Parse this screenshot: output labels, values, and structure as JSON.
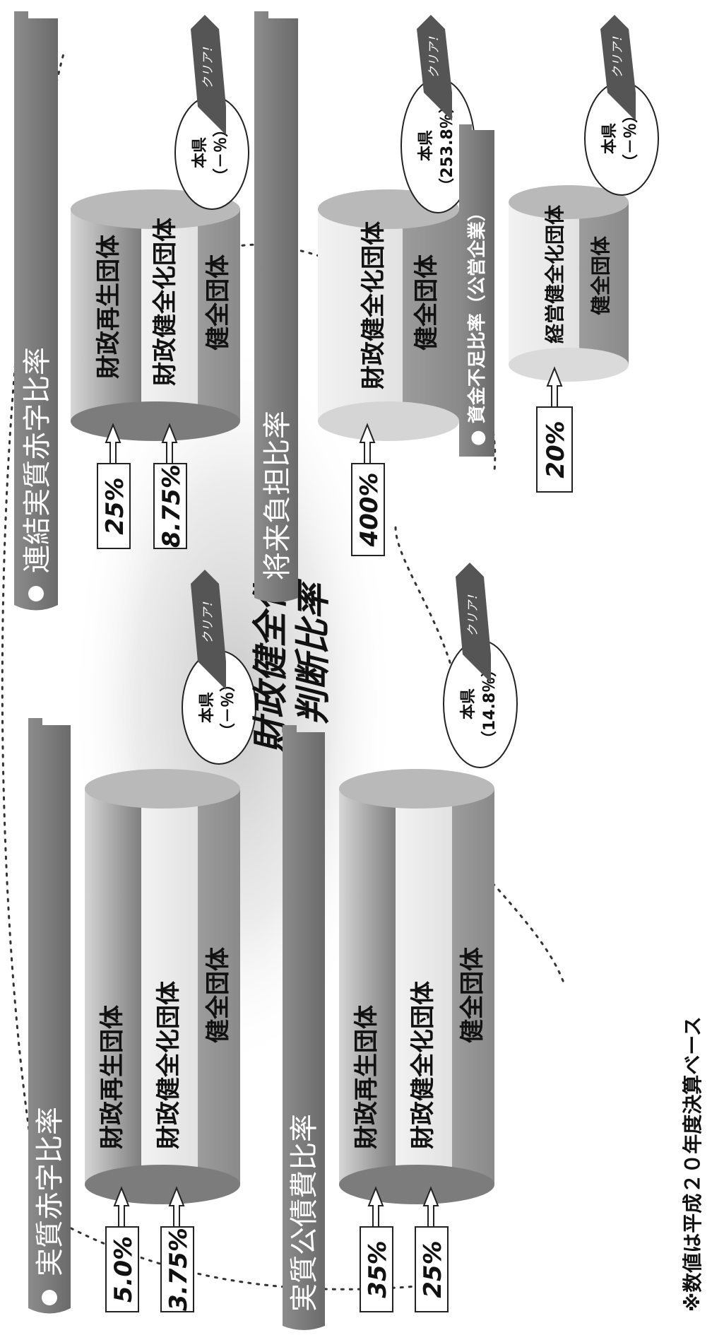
{
  "title": [
    "財政健全化",
    "判断比率"
  ],
  "note": "※数値は平成２０年度決算ベース",
  "clear_label": "クリア！",
  "tiers": {
    "saisei": "財政再生団体",
    "kenzenka": "財政健全化団体",
    "kenzen": "健全団体",
    "keiei": "経営健全化団体"
  },
  "panels": {
    "jisshitsu_akaji": {
      "name": "実質赤字比率",
      "thresholds": [
        "5.0%",
        "3.75%"
      ],
      "bubble": [
        "本県",
        "（－％）"
      ]
    },
    "renketsu_akaji": {
      "name": "連結実質赤字比率",
      "thresholds": [
        "25%",
        "8.75%"
      ],
      "bubble": [
        "本県",
        "（－％）"
      ]
    },
    "jisshitsu_kosaihi": {
      "name": "実質公債費比率",
      "thresholds": [
        "35%",
        "25%"
      ],
      "bubble": [
        "本県",
        "（14.8％）"
      ]
    },
    "shorai_futan": {
      "name": "将来負担比率",
      "thresholds": [
        "400%"
      ],
      "bubble": [
        "本県",
        "（253.8％）"
      ]
    },
    "shikin_fusoku": {
      "name": "● 資金不足比率（公営企業）",
      "thresholds": [
        "20%"
      ],
      "bubble": [
        "本県",
        "（－％）"
      ]
    }
  }
}
